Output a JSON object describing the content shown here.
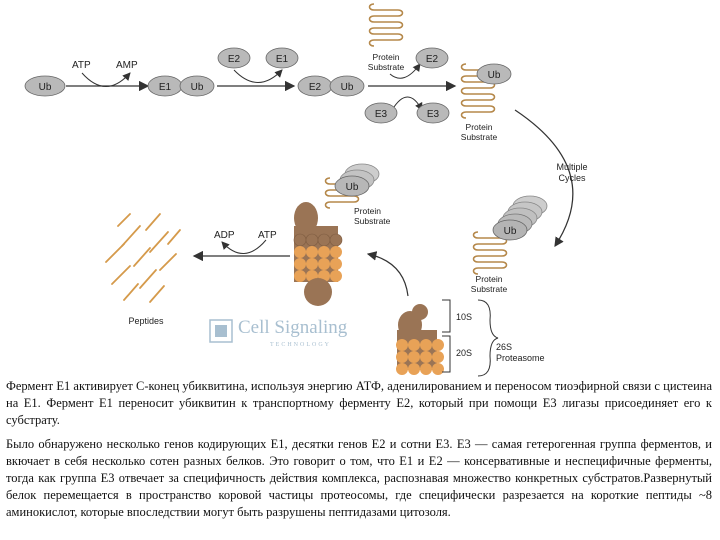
{
  "diagram": {
    "ub": "Ub",
    "atp": "ATP",
    "amp": "AMP",
    "adp": "ADP",
    "e1": "E1",
    "e2": "E2",
    "e3": "E3",
    "protein": "Protein",
    "substrate": "Substrate",
    "multiple": "Multiple",
    "cycles": "Cycles",
    "peptides": "Peptides",
    "s10": "10S",
    "s20": "20S",
    "s26": "26S",
    "proteasome": "Proteasome",
    "logo": {
      "name": "Cell Signaling",
      "sub": "TECHNOLOGY"
    },
    "colors": {
      "oval": "#b9b9b9",
      "substrate_line": "#b5884a",
      "proteasome_dark": "#9a7455",
      "proteasome_light": "#e8a257",
      "arrow": "#333333",
      "logo": "#a8bfd0"
    }
  },
  "caption": {
    "p1": "Фермент Е1 активирует С-конец убиквитина, используя энергию АТФ, аденилированием и переносом тиоэфирной связи с цистеина на Е1. Фермент Е1 переносит убиквитин к транспортному ферменту Е2, который при помощи Е3 лигазы присоединяет его к субстрату.",
    "p2": "Было обнаружено несколько генов кодирующих Е1, десятки генов Е2 и сотни Е3. Е3 — самая гетерогенная группа ферментов, и вкючает в себя несколько сотен разных белков. Это говорит о том, что Е1 и Е2 — консервативные и неспецифичные ферменты, тогда как группа Е3 отвечает за специфичность действия комплекса, распознавая множество конкретных субстратов.Развернутый белок перемещается в пространство коровой частицы протеосомы, где специфически разрезается на короткие пептиды ~8 аминокислот, которые впоследствии могут быть разрушены пептидазами цитозоля."
  }
}
